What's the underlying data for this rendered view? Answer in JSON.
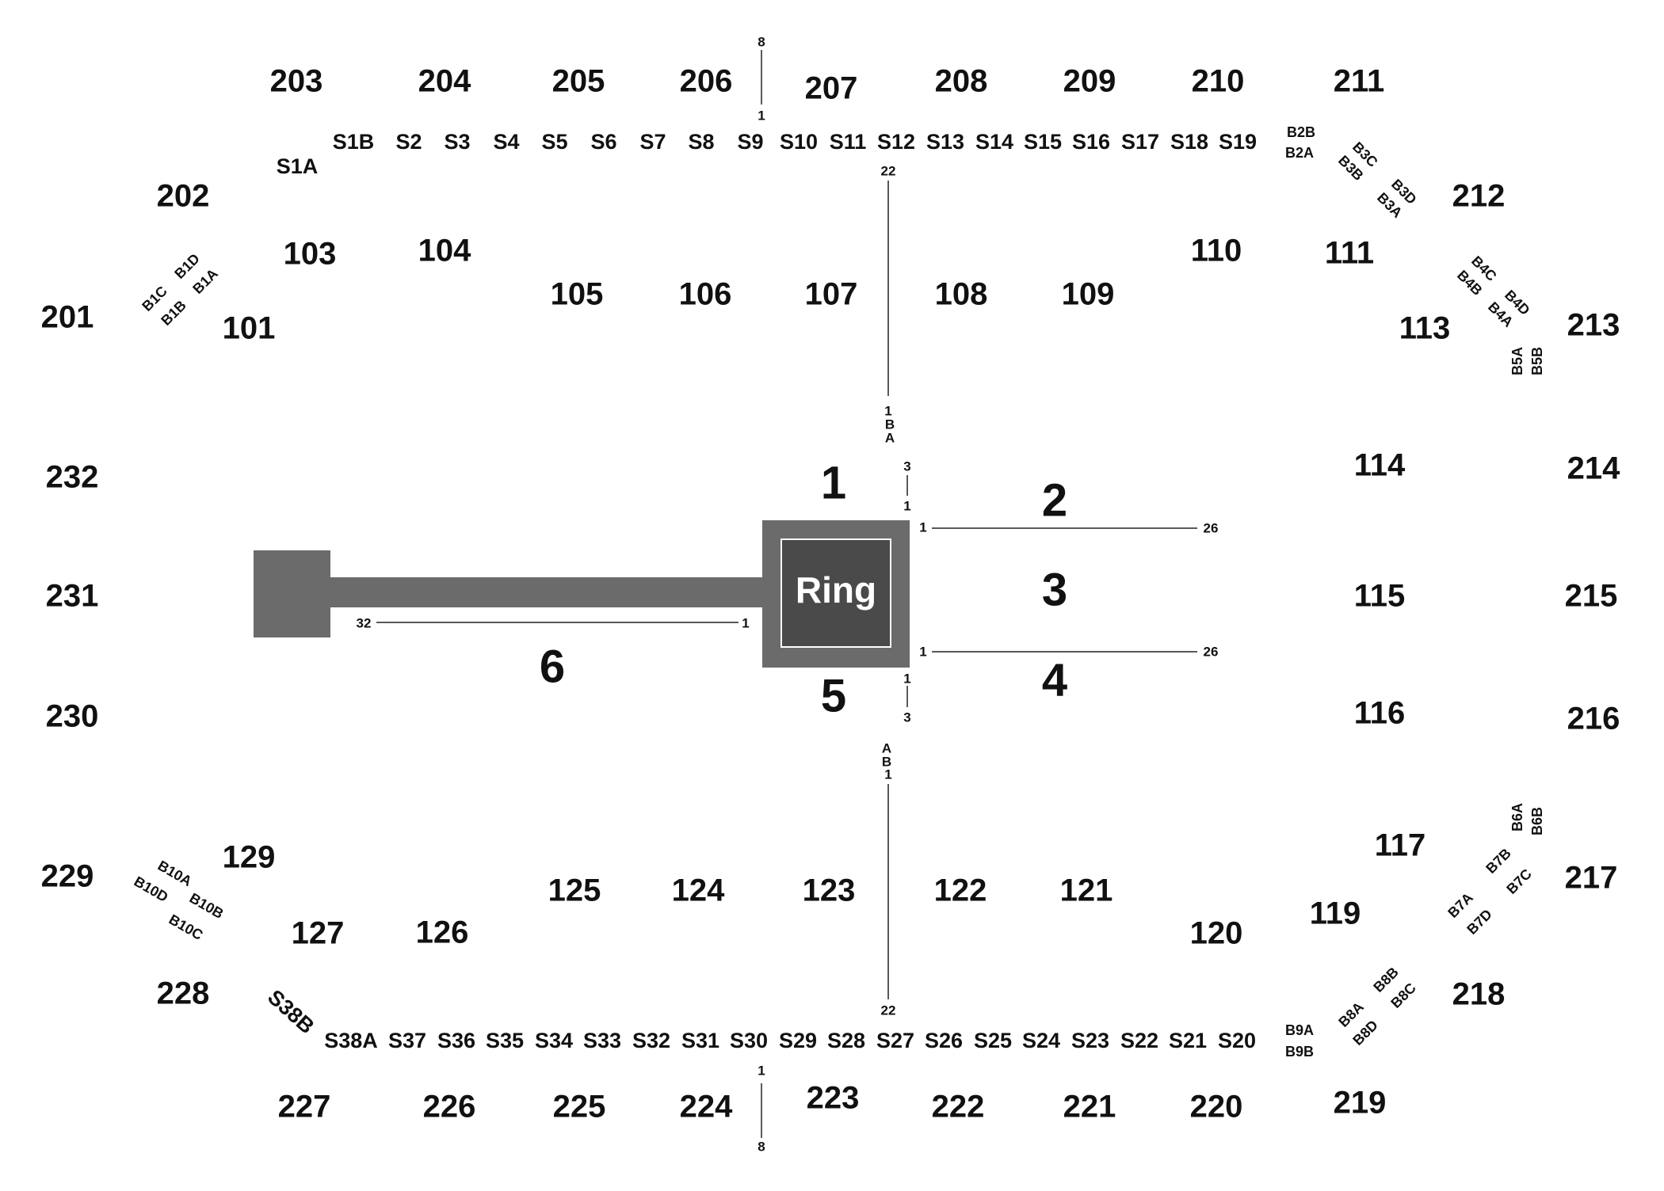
{
  "ring_label": "Ring",
  "colors": {
    "stage_outer": "#6b6b6b",
    "ring_inner": "#4a4a4a",
    "ring_border": "#ffffff",
    "text": "#111111"
  },
  "upper_sections": [
    "203",
    "204",
    "205",
    "206",
    "207",
    "208",
    "209",
    "210",
    "211",
    "202",
    "212",
    "201",
    "213",
    "232",
    "214",
    "231",
    "215",
    "230",
    "216",
    "229",
    "217",
    "228",
    "218",
    "227",
    "226",
    "225",
    "224",
    "223",
    "222",
    "221",
    "220",
    "219"
  ],
  "lower_sections": [
    "103",
    "104",
    "110",
    "111",
    "101",
    "105",
    "106",
    "107",
    "108",
    "109",
    "113",
    "114",
    "115",
    "116",
    "117",
    "119",
    "129",
    "125",
    "124",
    "123",
    "122",
    "121",
    "127",
    "126",
    "120"
  ],
  "suite_sections_top": [
    "S1A",
    "S1B",
    "S2",
    "S3",
    "S4",
    "S5",
    "S6",
    "S7",
    "S8",
    "S9",
    "S10",
    "S11",
    "S12",
    "S13",
    "S14",
    "S15",
    "S16",
    "S17",
    "S18",
    "S19"
  ],
  "suite_sections_bottom": [
    "S38B",
    "S38A",
    "S37",
    "S36",
    "S35",
    "S34",
    "S33",
    "S32",
    "S31",
    "S30",
    "S29",
    "S28",
    "S27",
    "S26",
    "S25",
    "S24",
    "S23",
    "S22",
    "S21",
    "S20"
  ],
  "box_sections": [
    "B1C",
    "B1D",
    "B1B",
    "B1A",
    "B2B",
    "B2A",
    "B3C",
    "B3B",
    "B3D",
    "B3A",
    "B4C",
    "B4B",
    "B4D",
    "B4A",
    "B5A",
    "B5B",
    "B6A",
    "B6B",
    "B7B",
    "B7A",
    "B7C",
    "B7D",
    "B8A",
    "B8B",
    "B8D",
    "B8C",
    "B9A",
    "B9B",
    "B10A",
    "B10D",
    "B10B",
    "B10C"
  ],
  "floor_sections": [
    "1",
    "2",
    "3",
    "4",
    "5",
    "6"
  ],
  "row_labels": [
    "8",
    "1",
    "22",
    "1",
    "B",
    "A",
    "3",
    "1",
    "1",
    "26",
    "32",
    "1",
    "1",
    "26",
    "1",
    "3",
    "A",
    "B",
    "1",
    "22",
    "1",
    "8"
  ]
}
